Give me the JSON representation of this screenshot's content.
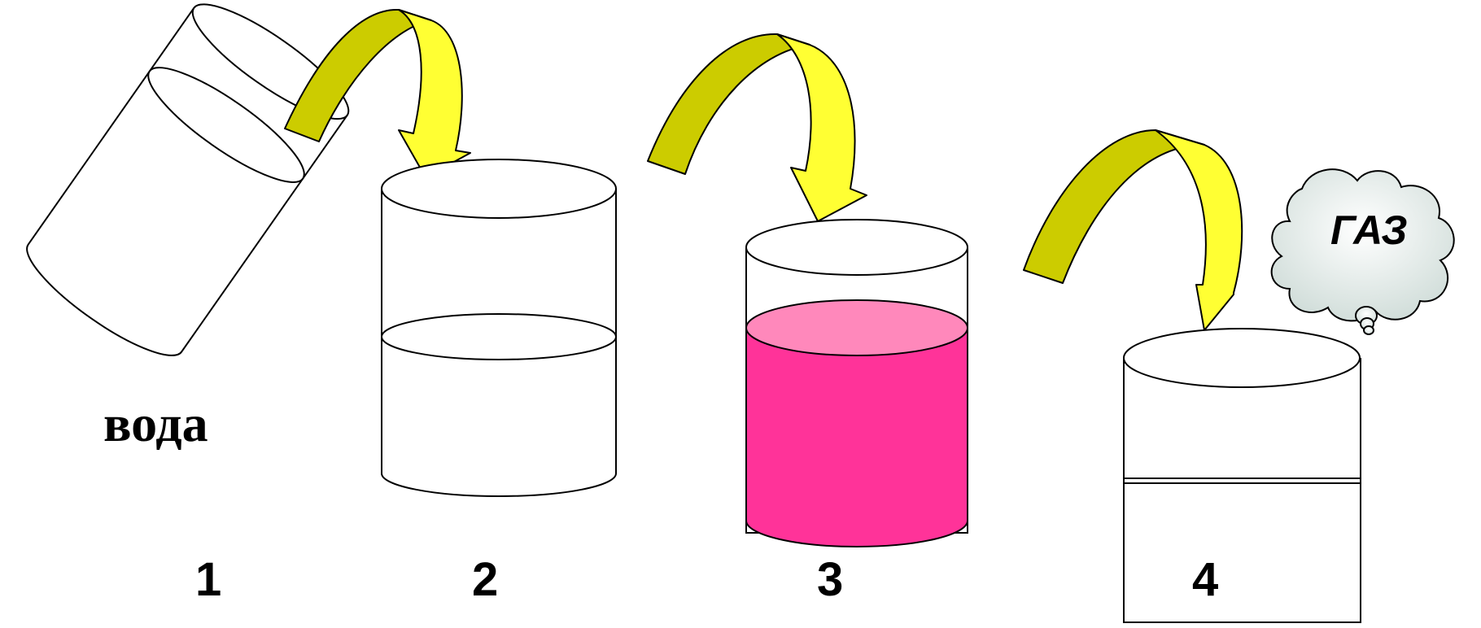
{
  "labels": {
    "water": "вода",
    "gas": "ГАЗ",
    "step1": "1",
    "step2": "2",
    "step3": "3",
    "step4": "4"
  },
  "colors": {
    "arrow_dark": "#cccc00",
    "arrow_light": "#ffff33",
    "liquid_pink": "#ff3399",
    "liquid_pink_top": "#ff88bb",
    "cloud_fill": "#dfe9e6",
    "outline": "#000000"
  }
}
